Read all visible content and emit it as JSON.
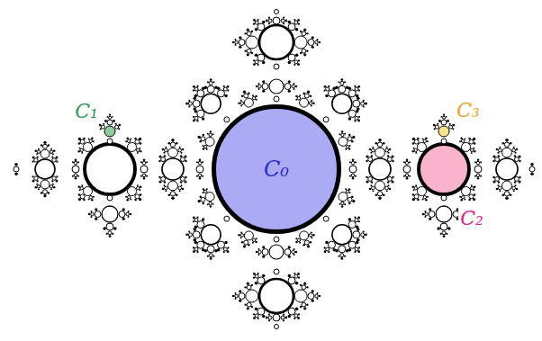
{
  "diagram": {
    "nodes": [
      {
        "text": [
          "C₀"
        ]
      }
    ],
    "labels": [
      "C₁",
      "C₂",
      "C₃"
    ]
  }
}
